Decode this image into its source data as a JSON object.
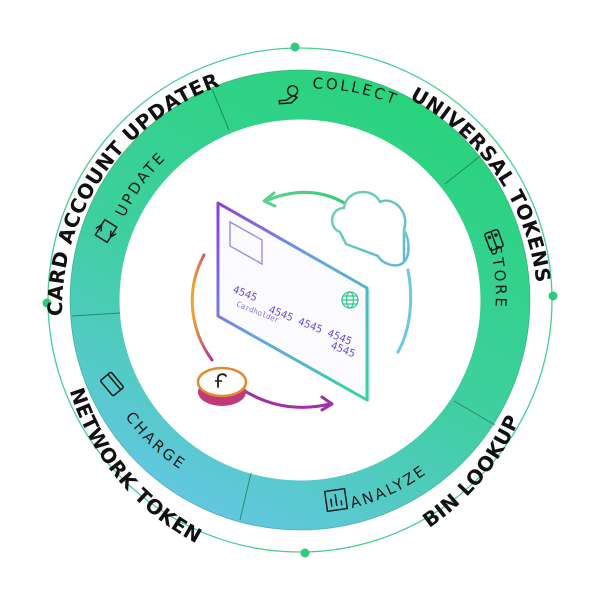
{
  "outer_labels": {
    "card_account_updater": "CARD ACCOUNT UPDATER",
    "universal_tokens": "UNIVERSAL TOKENS",
    "bin_lookup": "BIN LOOKUP",
    "network_token": "NETWORK TOKEN"
  },
  "ring_labels": {
    "collect": "COLLECT",
    "store": "STORE",
    "analyze": "ANALYZE",
    "charge": "CHARGE",
    "update": "UPDATE"
  },
  "card": {
    "number_line1": "4545",
    "number_line2": "4545 4545 4545",
    "holder": "Cardholder"
  },
  "icons": {
    "collect": "hand-coin-icon",
    "store": "storage-box-icon",
    "analyze": "bar-chart-icon",
    "charge": "credit-card-icon",
    "update": "refresh-arrows-icon",
    "cloud": "cloud-icon",
    "coin": "coin-icon",
    "globe": "globe-icon"
  },
  "colors": {
    "ring_top": "#2bd27f",
    "ring_bottom": "#5cc9dc",
    "outline": "#41cc8a",
    "dot": "#32c97c",
    "text": "#111111"
  }
}
